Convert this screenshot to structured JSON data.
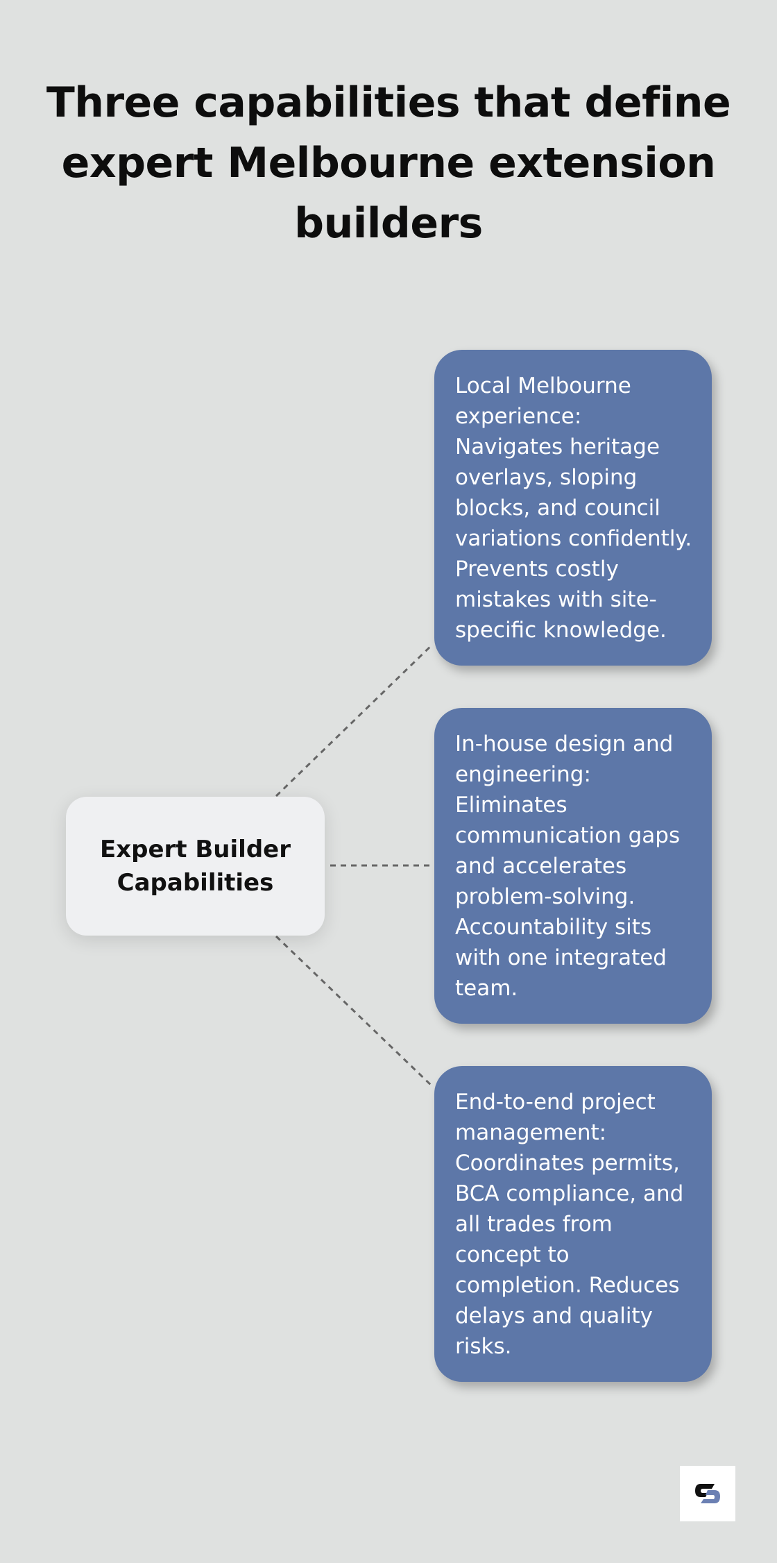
{
  "title": "Three capabilities that define expert Melbourne extension builders",
  "center_node": {
    "label": "Expert Builder Capabilities"
  },
  "capabilities": [
    {
      "text": "Local Melbourne experience: Navigates heritage overlays, sloping blocks, and council variations confidently. Prevents costly mistakes with site-specific knowledge."
    },
    {
      "text": "In-house design and engineering: Eliminates communication gaps and accelerates problem-solving. Accountability sits with one integrated team."
    },
    {
      "text": "End-to-end project management: Coordinates permits, BCA compliance, and all trades from concept to completion. Reduces delays and quality risks."
    }
  ],
  "logo": {
    "icon": "brand-logo-icon"
  },
  "colors": {
    "background": "#dfe1e0",
    "card": "#5d77a8",
    "center_node": "#eff0f2",
    "connector": "#666666"
  }
}
